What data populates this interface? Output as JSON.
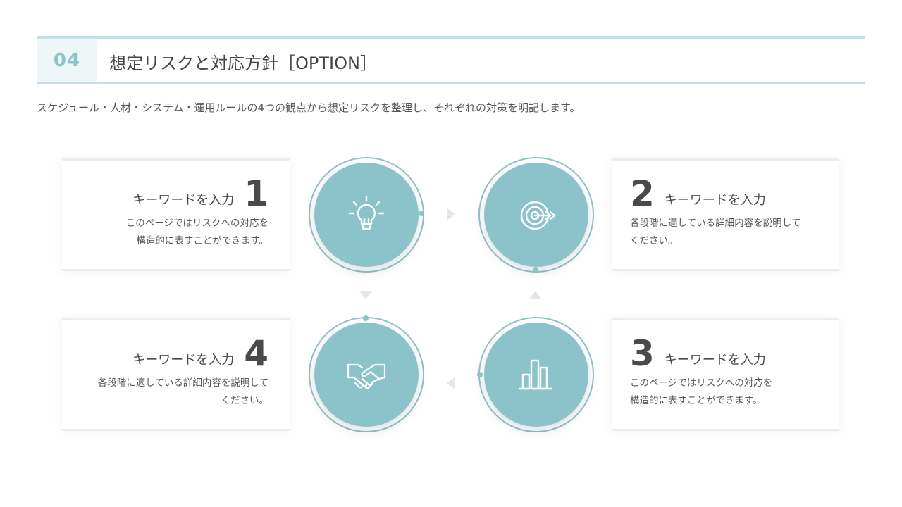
{
  "header": {
    "section_number": "04",
    "title": "想定リスクと対応方針［OPTION］"
  },
  "subtitle": "スケジュール・人材・システム・運用ルールの4つの観点から想定リスクを整理し、それぞれの対策を明記します。",
  "steps": [
    {
      "number": "1",
      "keyword": "キーワードを入力",
      "desc_line1": "このページではリスクへの対応を",
      "desc_line2": "構造的に表すことができます。",
      "icon": "lightbulb-icon"
    },
    {
      "number": "2",
      "keyword": "キーワードを入力",
      "desc_line1": "各段階に適している詳細内容を説明して",
      "desc_line2": "ください。",
      "icon": "target-icon"
    },
    {
      "number": "3",
      "keyword": "キーワードを入力",
      "desc_line1": "このページではリスクへの対応を",
      "desc_line2": "構造的に表すことができます。",
      "icon": "bar-chart-icon"
    },
    {
      "number": "4",
      "keyword": "キーワードを入力",
      "desc_line1": "各段階に適している詳細内容を説明して",
      "desc_line2": "ください。",
      "icon": "handshake-icon"
    }
  ],
  "colors": {
    "accent": "#8cc3ca",
    "accent_light": "#eef6f8",
    "rule": "#c6dfe6",
    "text": "#444444"
  }
}
